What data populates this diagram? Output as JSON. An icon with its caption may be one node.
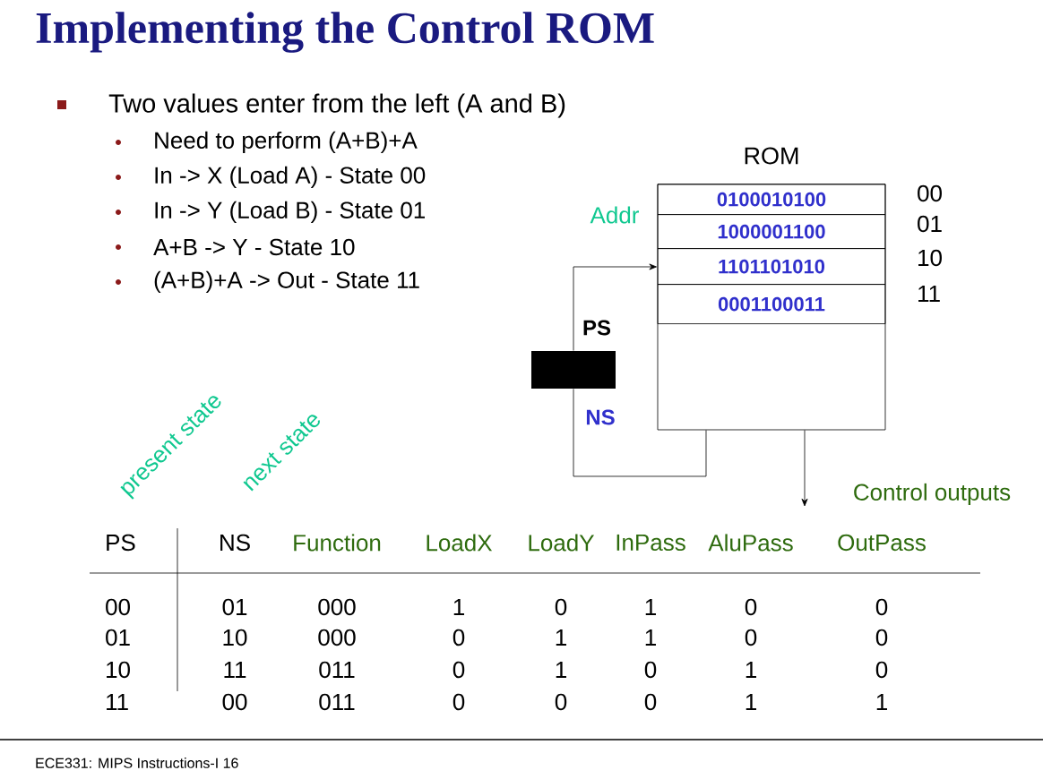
{
  "diagram": {
    "title": "Implementing the Control ROM",
    "nodes": [
      {
        "text": [
          "ROM"
        ]
      },
      {
        "text": [
          "0100010100"
        ],
        "in": 0,
        "beside": [
          "00"
        ]
      },
      {
        "text": [
          "1000001100"
        ],
        "in": 0,
        "beside": [
          "01"
        ]
      },
      {
        "text": [
          "1101101010"
        ],
        "in": 0,
        "beside": [
          "10"
        ]
      },
      {
        "text": [
          "0001100011"
        ],
        "in": 0,
        "beside": [
          "11"
        ]
      },
      {
        "text": [],
        "shape": "box",
        "beside": [
          "PS",
          "NS"
        ]
      }
    ],
    "edges": [
      {
        "from": 5,
        "to": 0,
        "arrow": "to"
      },
      {
        "from": 0,
        "to": 5,
        "arrow": "none"
      },
      {
        "from": 0,
        "to": null,
        "arrow": "to",
        "label": "Control outputs"
      }
    ],
    "labels": [
      "Two values enter from the left (A and B)",
      "Need to perform (A+B)+A",
      "In -> X (Load A) - State 00",
      "In -> Y (Load B) - State 01",
      "A+B -> Y - State 10",
      "(A+B)+A -> Out - State 11",
      "Addr",
      "present state",
      "next state",
      "PS",
      "NS",
      "Function",
      "LoadX",
      "LoadY",
      "InPass",
      "AluPass",
      "OutPass",
      "00",
      "01",
      "000",
      "1",
      "0",
      "1",
      "0",
      "0",
      "01",
      "10",
      "000",
      "0",
      "1",
      "1",
      "0",
      "0",
      "10",
      "11",
      "011",
      "0",
      "1",
      "0",
      "1",
      "0",
      "11",
      "00",
      "011",
      "0",
      "0",
      "0",
      "1",
      "1",
      "ECE331: MIPS Instructions-I 16"
    ]
  }
}
